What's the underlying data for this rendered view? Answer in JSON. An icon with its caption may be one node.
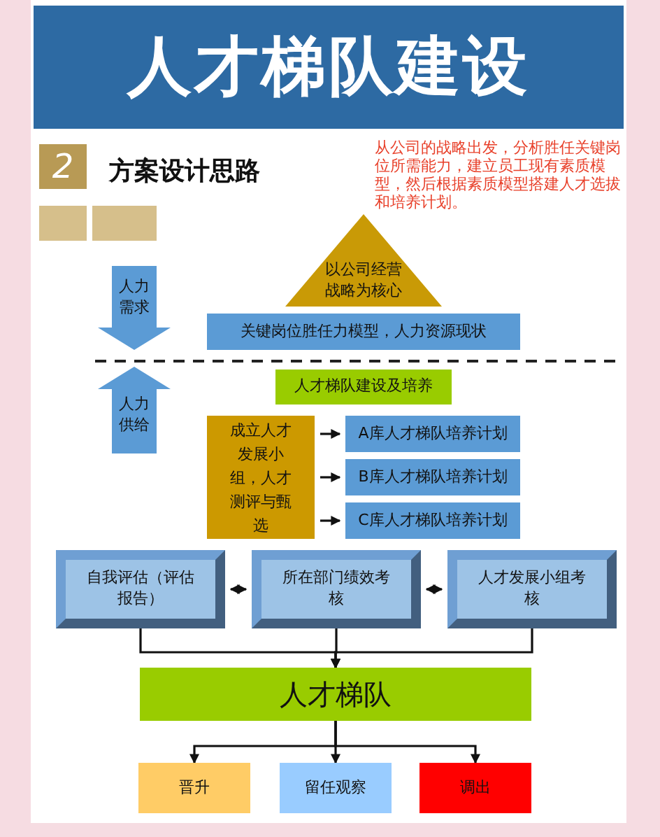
{
  "diagram": {
    "title": "人才梯队建设",
    "nodes": [
      {
        "text": [
          "以公司经营战略为核心"
        ]
      },
      {
        "text": [
          "关键岗位胜任力模型，人力资源现状"
        ]
      },
      {
        "text": [
          "人力需求"
        ]
      },
      {
        "text": [
          "人力供给"
        ]
      },
      {
        "text": [
          "人才梯队建设及培养"
        ]
      },
      {
        "text": [
          "成立人才发展小组，人才测评与甄选"
        ]
      },
      {
        "text": [
          "A库人才梯队培养计划"
        ]
      },
      {
        "text": [
          "B库人才梯队培养计划"
        ]
      },
      {
        "text": [
          "C库人才梯队培养计划"
        ]
      },
      {
        "text": [
          "自我评估（评估报告）"
        ]
      },
      {
        "text": [
          "所在部门绩效考核"
        ]
      },
      {
        "text": [
          "人才发展小组考核"
        ]
      },
      {
        "text": [
          "人才梯队"
        ]
      },
      {
        "text": [
          "晋升"
        ]
      },
      {
        "text": [
          "留任观察"
        ]
      },
      {
        "text": [
          "调出"
        ]
      }
    ],
    "edges": [
      {
        "from": 5,
        "to": 6,
        "arrow": "to"
      },
      {
        "from": 5,
        "to": 7,
        "arrow": "to"
      },
      {
        "from": 5,
        "to": 8,
        "arrow": "to"
      },
      {
        "from": 9,
        "to": 10,
        "arrow": "both"
      },
      {
        "from": 10,
        "to": 11,
        "arrow": "both"
      },
      {
        "from": 9,
        "to": 12,
        "arrow": "to"
      },
      {
        "from": 10,
        "to": 12,
        "arrow": "to"
      },
      {
        "from": 11,
        "to": 12,
        "arrow": "to"
      },
      {
        "from": 12,
        "to": 13,
        "arrow": "to"
      },
      {
        "from": 12,
        "to": 14,
        "arrow": "to"
      },
      {
        "from": 12,
        "to": 15,
        "arrow": "to"
      }
    ],
    "labels": [
      "2",
      "方案设计思路",
      "从公司的战略出发，分析胜任关键岗位所需能力，建立员工现有素质模型，然后根据素质模型搭建人才选拔和培养计划。"
    ]
  }
}
